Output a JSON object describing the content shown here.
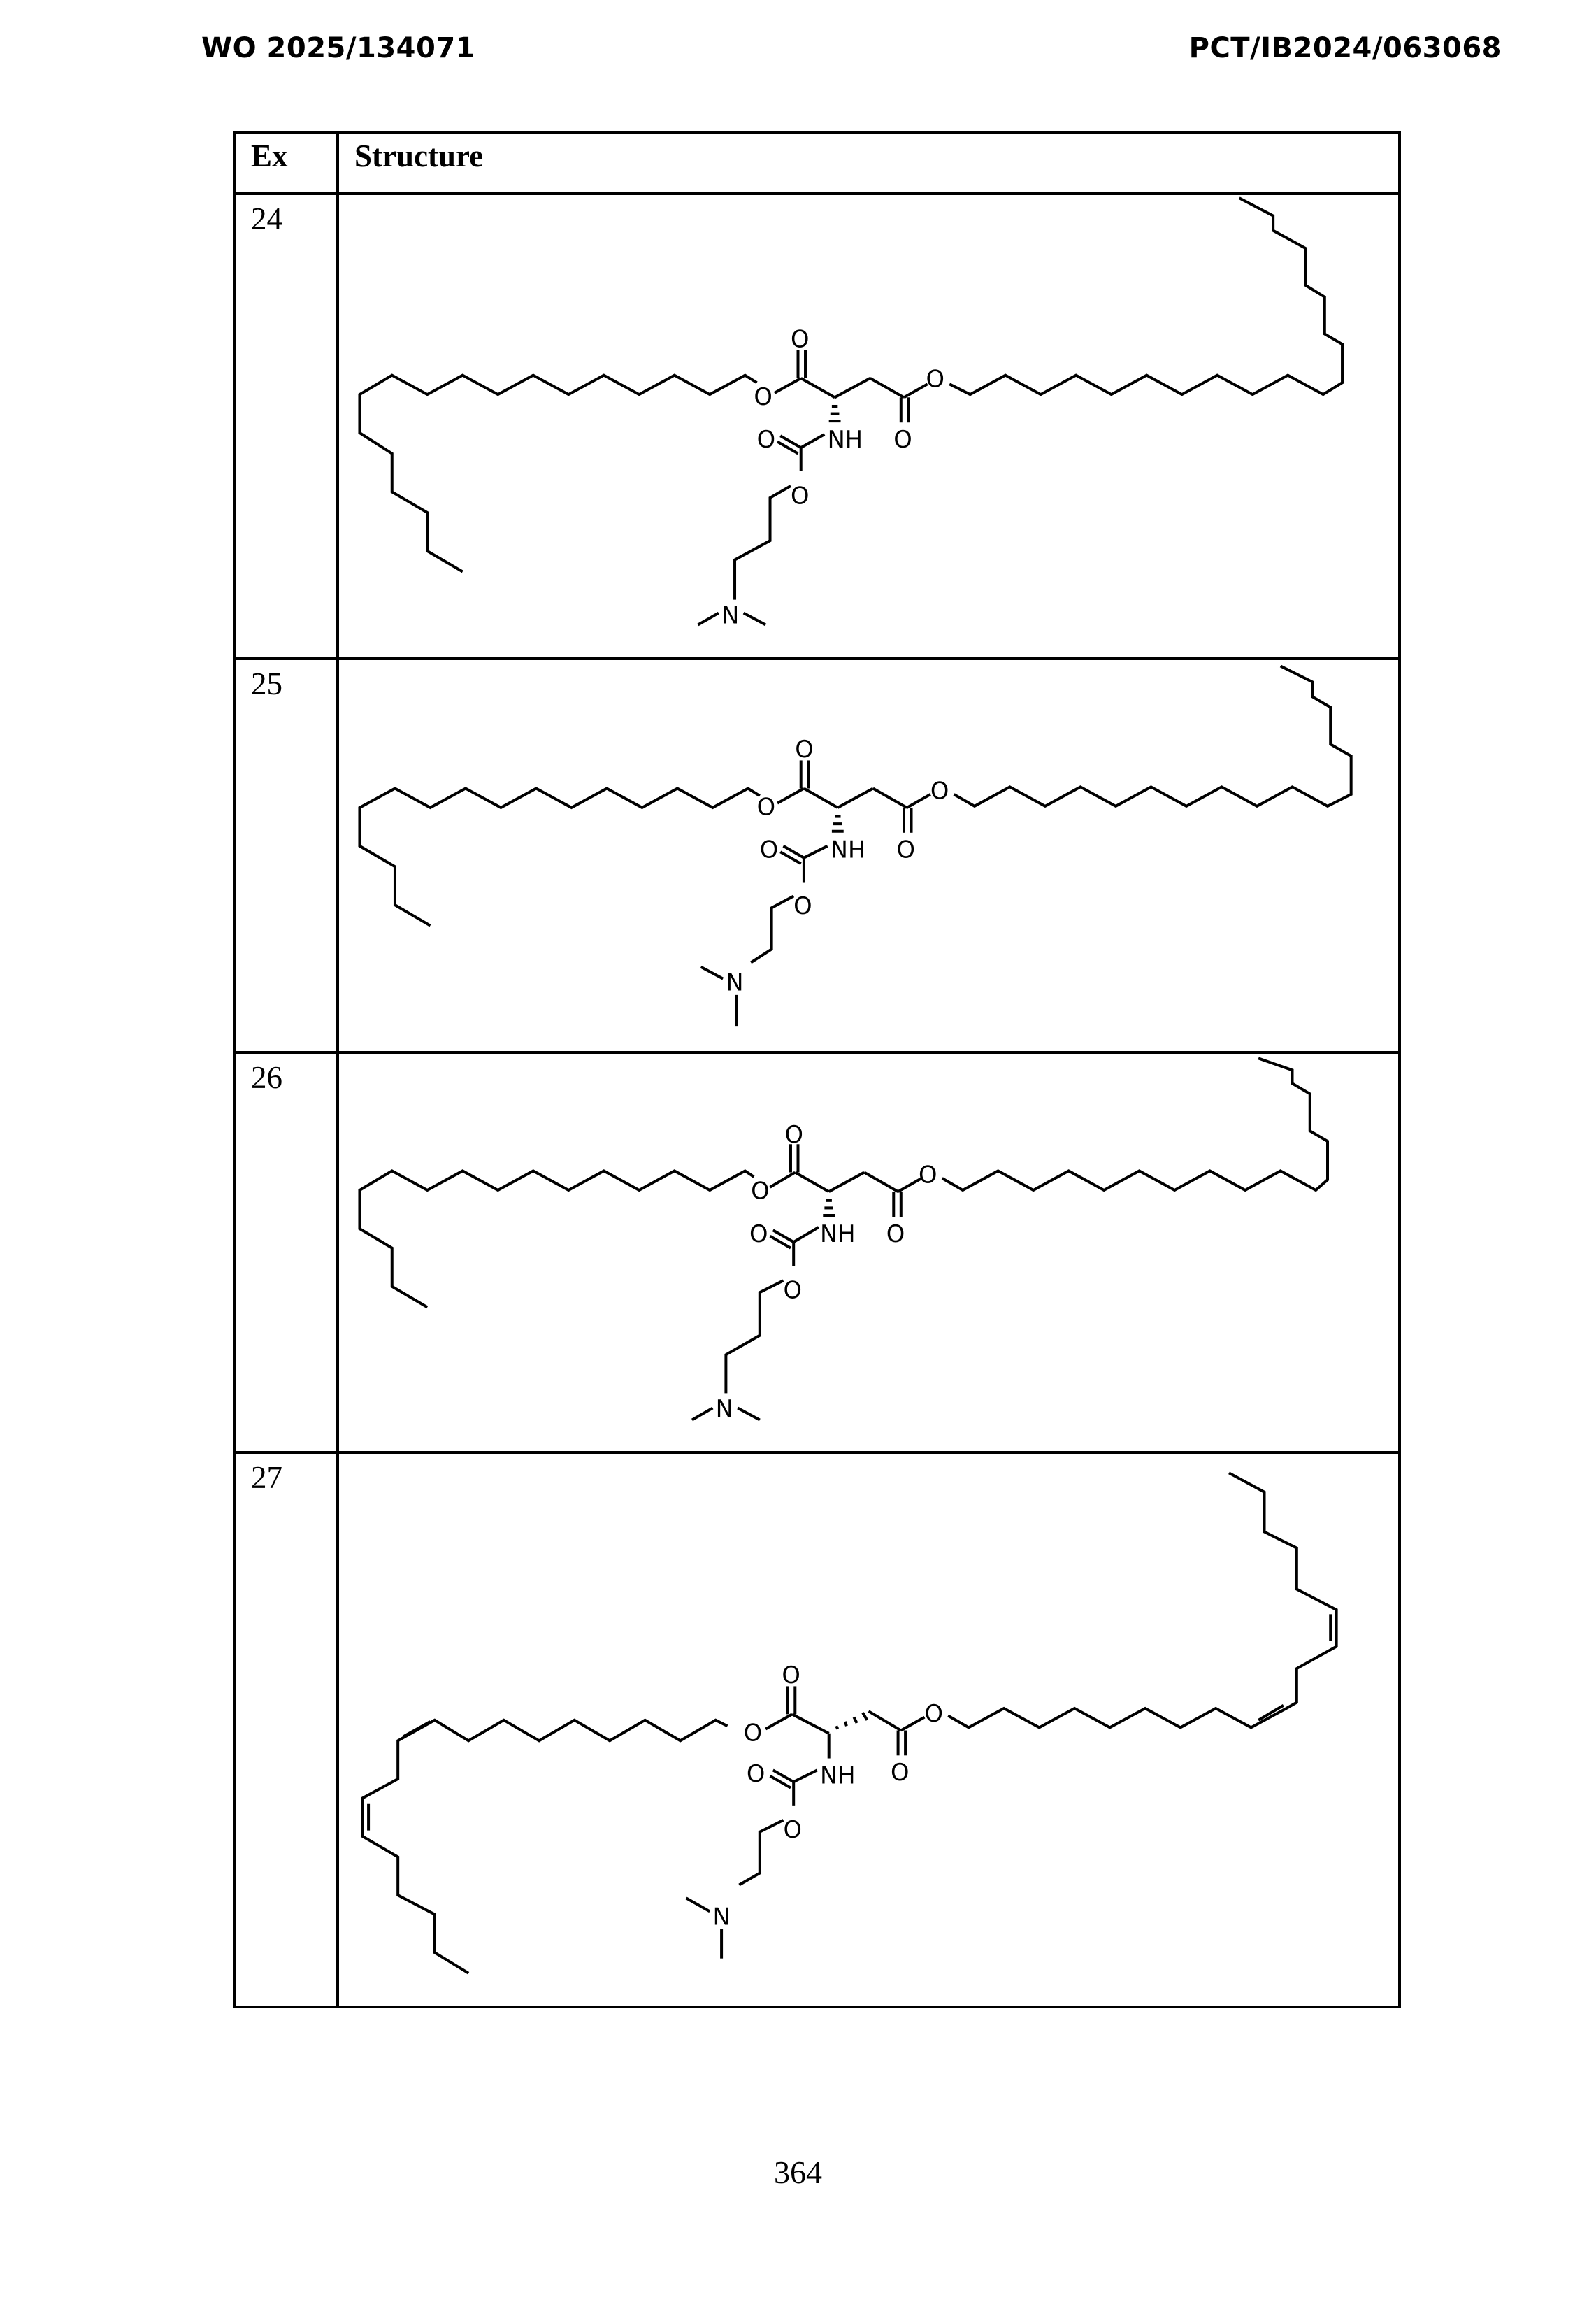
{
  "header": {
    "publication_number": "WO 2025/134071",
    "application_number": "PCT/IB2024/063068"
  },
  "table": {
    "columns": [
      "Ex",
      "Structure"
    ],
    "rows": [
      {
        "ex": "24",
        "structure": {
          "description": "Aspartate diester bearing two long saturated alkyl ester chains and an N-carbamate linked to a 3-(dimethylamino)propyl group; hashed wedge stereocenter at the alpha carbon",
          "atom_labels": [
            "O",
            "O",
            "O",
            "O",
            "O",
            "NH",
            "O",
            "O",
            "N"
          ]
        }
      },
      {
        "ex": "25",
        "structure": {
          "description": "Aspartate diester bearing two long saturated alkyl ester chains and an N-carbamate linked to a 2-(dimethylamino)ethyl group; hashed wedge stereocenter",
          "atom_labels": [
            "O",
            "O",
            "O",
            "O",
            "O",
            "NH",
            "O",
            "O",
            "N"
          ]
        }
      },
      {
        "ex": "26",
        "structure": {
          "description": "Aspartate diester bearing two long saturated alkyl ester chains and an N-carbamate linked to a 3-(dimethylamino)propyl group; hashed wedge stereocenter",
          "atom_labels": [
            "O",
            "O",
            "O",
            "O",
            "O",
            "NH",
            "O",
            "O",
            "N"
          ]
        }
      },
      {
        "ex": "27",
        "structure": {
          "description": "Aspartate diester bearing two cis,cis-diene (linoleyl-type) ester chains and an N-carbamate linked to a 2-(dimethylamino)ethyl group; hashed wedge toward CH2",
          "atom_labels": [
            "O",
            "O",
            "O",
            "O",
            "O",
            "NH",
            "O",
            "O",
            "N"
          ]
        }
      }
    ]
  },
  "footer": {
    "page_number": "364"
  }
}
